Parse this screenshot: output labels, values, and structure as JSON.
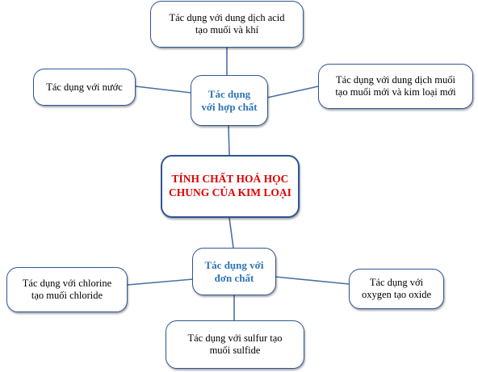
{
  "colors": {
    "border": "#2f5597",
    "connector": "#4a6fa5",
    "center_text": "#e00000",
    "hub_text": "#2e74b5",
    "leaf_text": "#000000"
  },
  "center": {
    "text": "TÍNH CHẤT HOÁ HỌC\nCHUNG CỦA KIM LOẠI"
  },
  "hubs": {
    "compounds": {
      "text": "Tác dụng\nvới hợp chất"
    },
    "elements": {
      "text": "Tác dụng với\nđơn chất"
    }
  },
  "leaves": {
    "acid": "Tác dụng với dung dịch acid\ntạo muối và khí",
    "water": "Tác dụng với nước",
    "salt": "Tác dụng với dung dịch muối\ntạo muối mới và kim loại mới",
    "chlorine": "Tác dụng với chlorine\ntạo muối chloride",
    "oxygen": "Tác dụng với\noxygen tạo oxide",
    "sulfur": "Tác dụng với sulfur tạo\nmuối sulfide"
  }
}
